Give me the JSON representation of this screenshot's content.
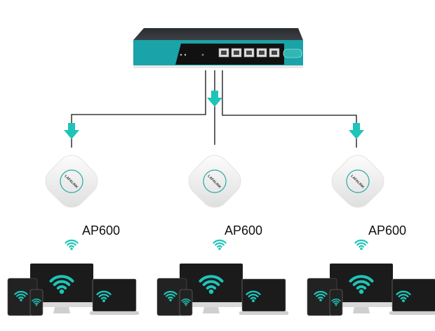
{
  "router": {
    "name": "router",
    "ports": 5
  },
  "access_points": [
    {
      "label": "AP600",
      "logo": "LAFALINK"
    },
    {
      "label": "AP600",
      "logo": "LAFALINK"
    },
    {
      "label": "AP600",
      "logo": "LAFALINK"
    }
  ],
  "colors": {
    "accent": "#1fc4b8",
    "router_teal": "#1aa3a8",
    "line": "#111111",
    "screen": "#1b1b1b"
  }
}
